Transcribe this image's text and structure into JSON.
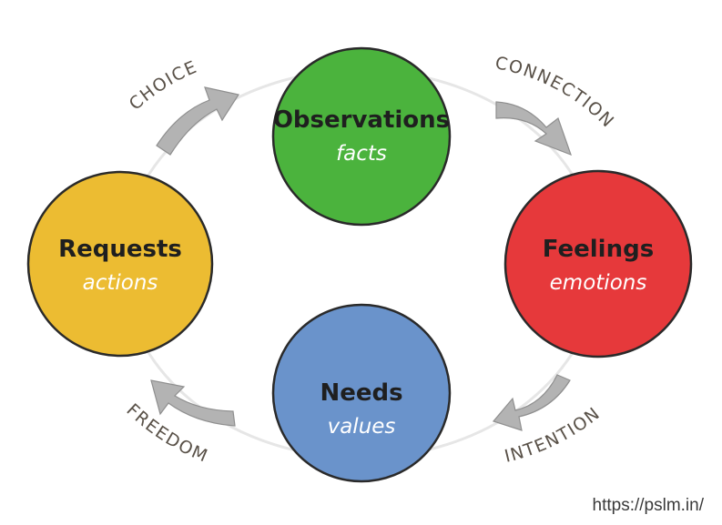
{
  "nodes": {
    "observations": {
      "title": "Observations",
      "subtitle": "facts",
      "color": "#4bb33d"
    },
    "feelings": {
      "title": "Feelings",
      "subtitle": "emotions",
      "color": "#e6393b"
    },
    "needs": {
      "title": "Needs",
      "subtitle": "values",
      "color": "#6a93cb"
    },
    "requests": {
      "title": "Requests",
      "subtitle": "actions",
      "color": "#ecbc32"
    }
  },
  "arc_labels": {
    "connection": "CONNECTION",
    "intention": "INTENTION",
    "freedom": "FREEDOM",
    "choice": "CHOICE"
  },
  "icons": {
    "connection_arrow": "curved-arrow-icon",
    "intention_arrow": "curved-arrow-icon",
    "freedom_arrow": "curved-arrow-icon",
    "choice_arrow": "curved-arrow-icon"
  },
  "watermark": "https://pslm.in/"
}
